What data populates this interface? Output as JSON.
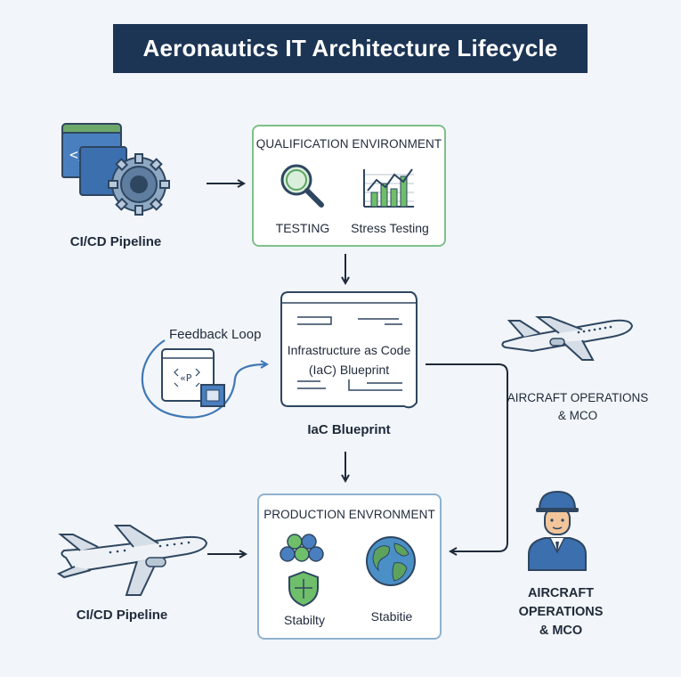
{
  "title": "Aeronautics IT Architecture Lifecycle",
  "cicd_top": {
    "label": "CI/CD Pipeline",
    "code_glyph": "</>"
  },
  "qualification": {
    "title": "QUALIFICATION ENVIRONMENT",
    "items": [
      "TESTING",
      "Stress Testing"
    ]
  },
  "blueprint": {
    "doc_text_line1": "Infrastructure as Code",
    "doc_text_line2": "(IaC) Blueprint",
    "caption": "IaC Blueprint"
  },
  "feedback": {
    "label": "Feedback Loop",
    "icon_text": "«P"
  },
  "aircraft_ops_top": {
    "line1": "AIRCRAFT OPERATIONS",
    "line2": "& MCO"
  },
  "production": {
    "title": "PRODUCTION ENVRONMENT",
    "items": [
      "Stabilty",
      "Stabitie"
    ]
  },
  "cicd_bottom": {
    "label": "CI/CD Pipeline"
  },
  "aircraft_ops_bottom": {
    "line1": "AIRCRAFT",
    "line2": "OPERATIONS",
    "line3": "& MCO"
  },
  "colors": {
    "title_bg": "#1c3555",
    "qual_border": "#7fc08a",
    "prod_border": "#8fb2cf",
    "accent_blue": "#3f78b5",
    "accent_green": "#5da35e"
  }
}
